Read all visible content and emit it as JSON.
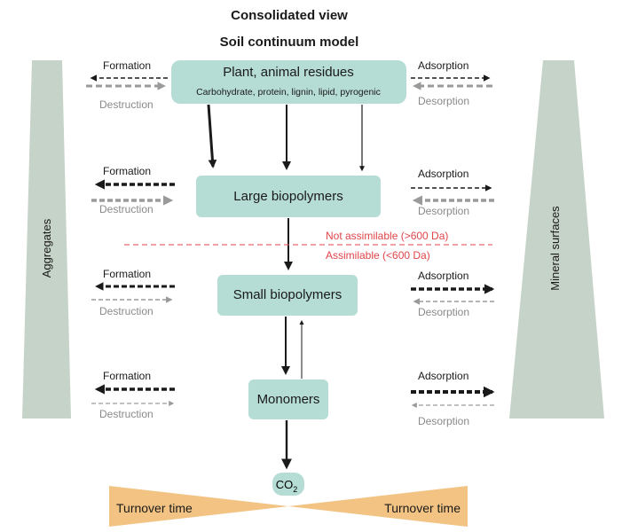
{
  "header": {
    "line1": "Consolidated view",
    "line2": "Soil continuum model"
  },
  "side_bars": {
    "left": "Aggregates",
    "right": "Mineral surfaces"
  },
  "boxes": {
    "residues": {
      "title": "Plant, animal residues",
      "subtitle": "Carbohydrate, protein, lignin, lipid, pyrogenic"
    },
    "large": {
      "title": "Large biopolymers"
    },
    "small": {
      "title": "Small biopolymers"
    },
    "monomers": {
      "title": "Monomers"
    },
    "co2": {
      "title": "CO",
      "sub": "2"
    }
  },
  "flows": {
    "formation": "Formation",
    "destruction": "Destruction",
    "adsorption": "Adsorption",
    "desorption": "Desorption"
  },
  "threshold": {
    "above": "Not assimilable (>600 Da)",
    "below": "Assimilable (<600 Da)"
  },
  "turnover": {
    "left": "Turnover time",
    "right": "Turnover time"
  },
  "colors": {
    "box_fill": "#b5dcd5",
    "bar_fill": "#c6d3c8",
    "turnover_fill": "#f2c382",
    "red": "#e0454a",
    "gray_arrow": "#9a9a9a"
  }
}
